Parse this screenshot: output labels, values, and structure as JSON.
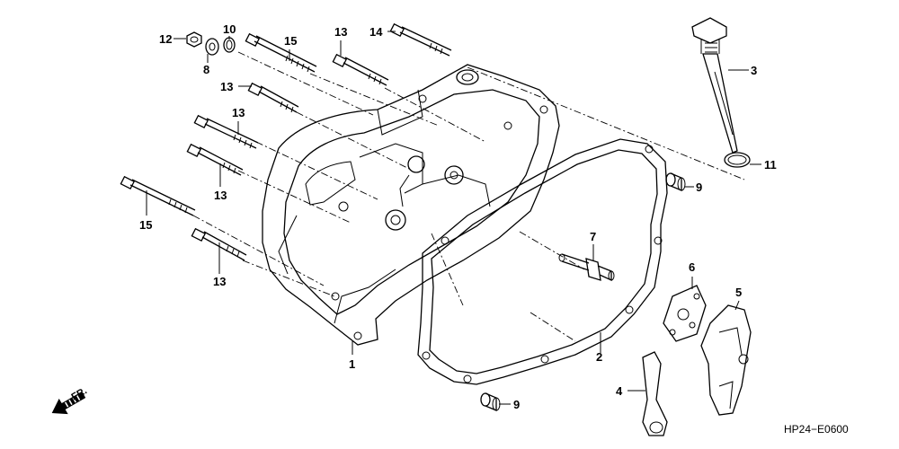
{
  "diagram": {
    "part_code": "HP24−E0600",
    "direction_label": "FR.",
    "callouts": [
      "12",
      "10",
      "8",
      "15",
      "13",
      "14",
      "13",
      "13",
      "13",
      "15",
      "13",
      "3",
      "11",
      "9",
      "7",
      "6",
      "5",
      "4",
      "9",
      "1",
      "2"
    ]
  }
}
